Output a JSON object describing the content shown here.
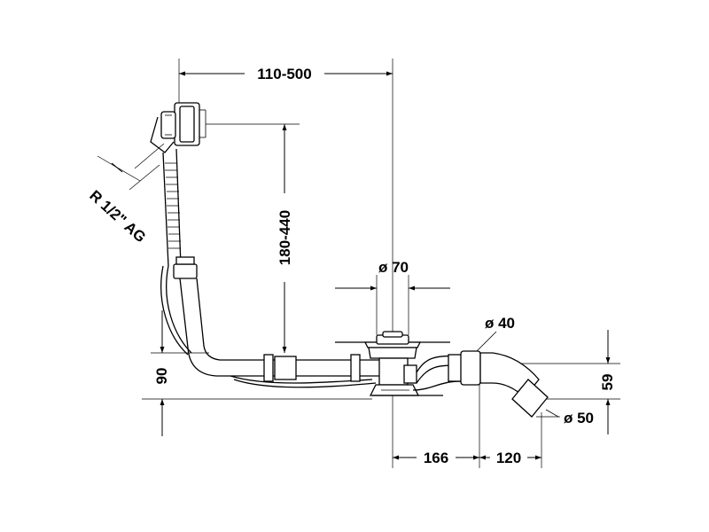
{
  "diagram": {
    "dimensions": {
      "overflow_range": "110-500",
      "height_range": "180-440",
      "height_90": "90",
      "height_59": "59",
      "width_166": "166",
      "width_120": "120"
    },
    "diameters": {
      "d70": "ø 70",
      "d40": "ø 40",
      "d50": "ø 50"
    },
    "thread": "R 1/2\" AG"
  }
}
